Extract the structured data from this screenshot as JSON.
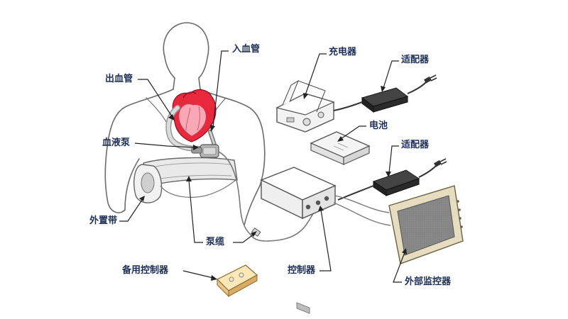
{
  "labels": {
    "inflow_cannula": "入血管",
    "outflow_graft": "出血管",
    "charger": "充电器",
    "adapter_top": "适配器",
    "battery": "电池",
    "blood_pump": "血液泵",
    "adapter_bottom": "适配器",
    "external_belt": "外置带",
    "driveline_cable": "泵缆",
    "backup_controller": "备用控制器",
    "controller": "控制器",
    "external_monitor": "外部监控器"
  },
  "colors": {
    "label_text": "#1d2f57",
    "outline": "#555555",
    "heart_red": "#e8283c",
    "heart_pink": "#f7a8b4",
    "device_fill": "#f4f4f4",
    "adapter_black": "#2a2a2a",
    "monitor_frame": "#e6dcc0",
    "monitor_screen": "#8a8a8a",
    "backup_fill": "#f2d59a"
  }
}
